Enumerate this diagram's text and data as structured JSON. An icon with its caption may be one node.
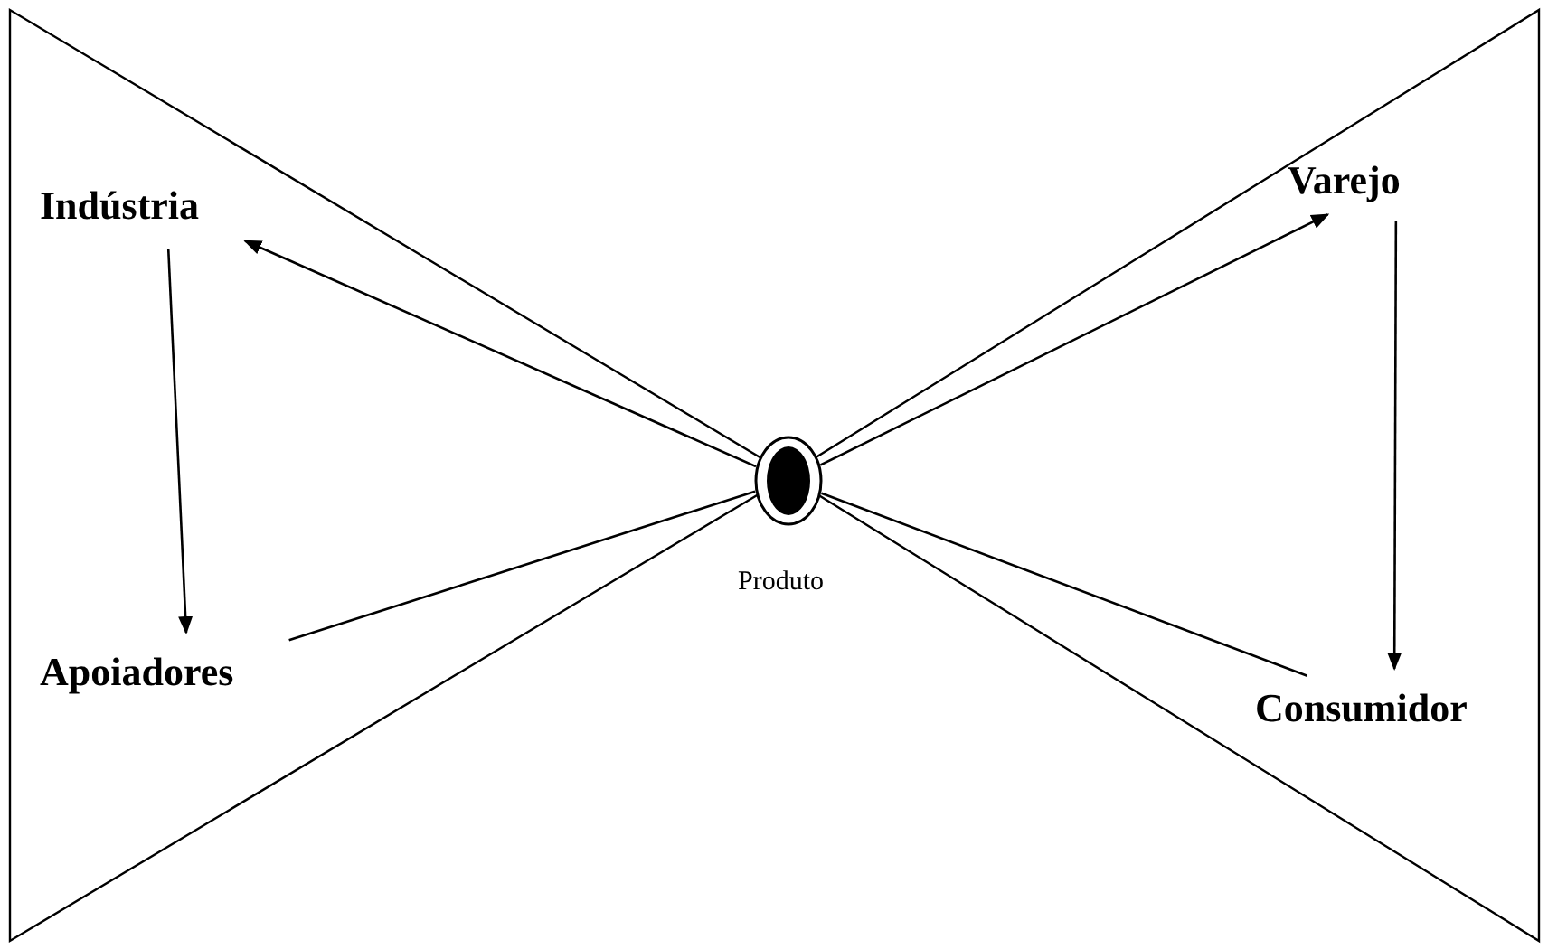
{
  "diagram": {
    "nodes": [
      {
        "text": [],
        "shape": "triangle"
      },
      {
        "text": [
          "Indústria"
        ],
        "in": 0
      },
      {
        "text": [
          "Apoiadores"
        ],
        "in": 0
      },
      {
        "text": [],
        "shape": "triangle"
      },
      {
        "text": [
          "Varejo"
        ],
        "in": 3
      },
      {
        "text": [
          "Consumidor"
        ],
        "in": 3
      },
      {
        "text": [],
        "shape": "circle",
        "beside": [
          "Produto"
        ]
      }
    ],
    "edges": [
      {
        "from": 6,
        "to": 1,
        "arrow": "to"
      },
      {
        "from": 1,
        "to": 2,
        "arrow": "to"
      },
      {
        "from": 2,
        "to": 6,
        "arrow": "none"
      },
      {
        "from": 6,
        "to": 4,
        "arrow": "to"
      },
      {
        "from": 4,
        "to": 5,
        "arrow": "to"
      },
      {
        "from": 5,
        "to": 6,
        "arrow": "none"
      }
    ]
  }
}
